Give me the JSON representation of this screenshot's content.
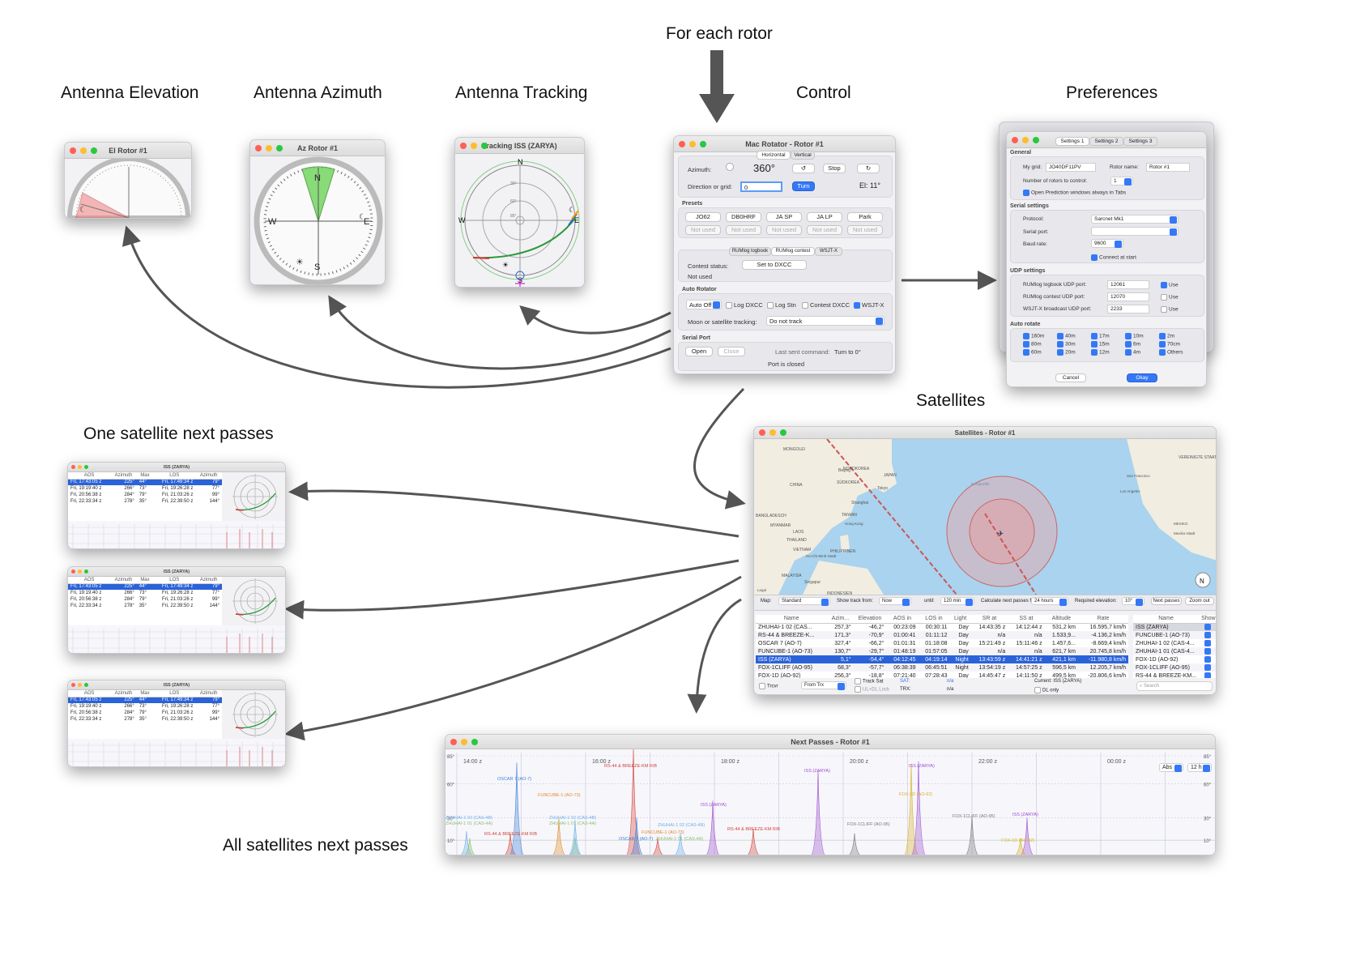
{
  "labels": {
    "for_each_rotor": "For each rotor",
    "antenna_elevation": "Antenna Elevation",
    "antenna_azimuth": "Antenna Azimuth",
    "antenna_tracking": "Antenna Tracking",
    "control": "Control",
    "preferences": "Preferences",
    "satellites": "Satellites",
    "one_sat_next_passes": "One satellite next passes",
    "all_sat_next_passes": "All satellites next passes"
  },
  "el_window": {
    "title": "El Rotor #1"
  },
  "az_window": {
    "title": "Az Rotor #1",
    "compass": {
      "n": "N",
      "e": "E",
      "s": "S",
      "w": "W"
    }
  },
  "tracking_window": {
    "title": "Tracking  ISS (ZARYA)",
    "rings": [
      "30°",
      "60°",
      "85°"
    ],
    "compass": {
      "n": "N",
      "e": "E",
      "s": "S",
      "w": "W"
    }
  },
  "control": {
    "title": "Mac Rotator - Rotor #1",
    "tabs": [
      "Horizontal",
      "Vertical"
    ],
    "azimuth_label": "Azimuth:",
    "azimuth_value": "360°",
    "stop": "Stop",
    "direction_label": "Direction or grid:",
    "direction_value": "0",
    "turn": "Turn",
    "el_readout": "El: 11°",
    "presets_header": "Presets",
    "presets": [
      "JO62",
      "DB0HRF",
      "JA SP",
      "JA LP",
      "Park"
    ],
    "presets_unused": [
      "Not used",
      "Not used",
      "Not used",
      "Not used",
      "Not used"
    ],
    "log_tabs": [
      "RUMlog logbook",
      "RUMlog contest",
      "WSJT-X"
    ],
    "contest_status_label": "Contest status:",
    "set_dxcc": "Set to DXCC",
    "not_used": "Not used",
    "auto_rotator_header": "Auto Rotator",
    "auto_off": "Auto Off",
    "checks": [
      "Log DXCC",
      "Log Stn",
      "Contest DXCC",
      "WSJT-X"
    ],
    "moon_label": "Moon or satellite tracking:",
    "moon_value": "Do not track",
    "serial_header": "Serial Port",
    "open": "Open",
    "close": "Close",
    "last_cmd_label": "Last sent command:",
    "last_cmd_value": "Turn to 0°",
    "port_status": "Port is closed"
  },
  "prefs": {
    "title": "Mac Rotator - Rotor #1",
    "tabs": [
      "Settings 1",
      "Settings 2",
      "Settings 3"
    ],
    "general": "General",
    "grid_label": "My grid:",
    "grid_value": "JO40DF11PV",
    "rotor_name_label": "Rotor name:",
    "rotor_name_value": "Rotor #1",
    "num_rotors_label": "Number of rotors to control:",
    "num_rotors_value": "1",
    "open_pred": "Open Prediction windows always in Tabs",
    "serial_settings": "Serial settings",
    "protocol_label": "Protocol:",
    "protocol_value": "Sarcnet Mk1",
    "serial_port_label": "Serial port:",
    "baud_label": "Baud rate:",
    "baud_value": "9600",
    "connect_start": "Connect at start",
    "udp_settings": "UDP settings",
    "udp1_label": "RUMlog logbook UDP port:",
    "udp1_value": "12061",
    "udp2_label": "RUMlog contest UDP port:",
    "udp2_value": "12070",
    "udp3_label": "WSJT-X broadcast UDP port:",
    "udp3_value": "2233",
    "use": "Use",
    "auto_rotate": "Auto rotate",
    "bands": [
      "160m",
      "40m",
      "17m",
      "10m",
      "2m",
      "80m",
      "30m",
      "15m",
      "6m",
      "70cm",
      "60m",
      "20m",
      "12m",
      "4m",
      "Others"
    ],
    "cancel": "Cancel",
    "okay": "Okay"
  },
  "sat_window": {
    "title": "Satellites - Rotor #1",
    "map_labels": [
      "MONGOLEI",
      "CHINA",
      "NORDKOREA",
      "SÜDKOREA",
      "JAPAN",
      "Beijing",
      "Tokyo",
      "Shanghai",
      "TAIWAN",
      "BANGLADESCH",
      "MYANMAR",
      "LAOS",
      "THAILAND",
      "VIETNAM",
      "PHILIPPINEN",
      "MALAYSIA",
      "Singapur",
      "INDONESIEN",
      "Nordpazifik",
      "Hong Kong",
      "Ho-Chi-Minh-Stadt",
      "VEREINIGTE STAATEN",
      "San Francisco",
      "Los Angeles",
      "MEXIKO",
      "Mexiko-Stadt",
      "Legal"
    ],
    "controls": {
      "map_label": "Map:",
      "map_value": "Standard",
      "track_label": "Show track from:",
      "track_value": "Now",
      "until_label": "until:",
      "until_value": "120 min",
      "calc_label": "Calculate next passes for:",
      "calc_value": "24 hours",
      "elev_label": "Required elevation:",
      "elev_value": "10°",
      "next_passes": "Next passes",
      "zoom_out": "Zoom out"
    },
    "table_headers": [
      "Name",
      "Azim...",
      "Elevation",
      "AOS in",
      "LOS in",
      "Light",
      "SR at",
      "SS at",
      "Altitude",
      "Rate"
    ],
    "rows": [
      [
        "ZHUHAI-1 02 (CAS...",
        "257,3°",
        "-46,2°",
        "00:23:09",
        "00:30:11",
        "Day",
        "14:43:35 z",
        "14:12:44 z",
        "531,2 km",
        "16.595,7 km/h"
      ],
      [
        "RS-44 & BREEZE-K...",
        "171,3°",
        "-70,9°",
        "01:00:41",
        "01:11:12",
        "Day",
        "n/a",
        "n/a",
        "1.533,9...",
        "-4.136,2 km/h"
      ],
      [
        "OSCAR 7 (AO-7)",
        "327,4°",
        "-66,2°",
        "01:01:31",
        "01:18:08",
        "Day",
        "15:21:49 z",
        "15:11:46 z",
        "1.457,6...",
        "-8.669,4 km/h"
      ],
      [
        "FUNCUBE-1 (AO-73)",
        "130,7°",
        "-29,7°",
        "01:48:19",
        "01:57:05",
        "Day",
        "n/a",
        "n/a",
        "621,7 km",
        "20.745,8 km/h"
      ],
      [
        "ISS (ZARYA)",
        "5,1°",
        "-54,4°",
        "04:12:45",
        "04:19:14",
        "Night",
        "13:43:59 z",
        "14:41:21 z",
        "421,1 km",
        "-11.980,8 km/h"
      ],
      [
        "FOX-1CLIFF (AO-95)",
        "68,3°",
        "-57,7°",
        "06:38:39",
        "06:45:51",
        "Night",
        "13:54:19 z",
        "14:57:25 z",
        "596,5 km",
        "12.205,7 km/h"
      ],
      [
        "FOX-1D (AO-92)",
        "256,3°",
        "-18,8°",
        "07:21:40",
        "07:28:43",
        "Day",
        "14:45:47 z",
        "14:11:50 z",
        "499,5 km",
        "-20.806,6 km/h"
      ]
    ],
    "side_headers": [
      "Name",
      "Show"
    ],
    "side_list": [
      "ISS (ZARYA)",
      "FUNCUBE-1 (AO-73)",
      "ZHUHAI-1 02 (CAS-4...",
      "ZHUHAI-1 01 (CAS-4...",
      "FOX-1D (AO-92)",
      "FOX-1CLIFF (AO-95)",
      "RS-44 & BREEZE-KM..."
    ],
    "search_placeholder": "Search",
    "bottom": {
      "trxvr": "Trcvr",
      "from_trx": "From Trx",
      "track_sat": "Track Sat",
      "ul_dl_lock": "UL+DL Lock",
      "sat": "SAT:",
      "trx": "TRX:",
      "na": "n/a",
      "current": "Current: ISS (ZARYA)",
      "dl_only": "DL only"
    }
  },
  "pass_windows": {
    "title": "ISS (ZARYA)",
    "headers": [
      "AOS",
      "Azimuth",
      "Max",
      "LOS",
      "Azimuth"
    ],
    "rows": [
      [
        "Fri, 17:43:05 z",
        "225°",
        "44°",
        "Fri, 17:49:34 z",
        "79°"
      ],
      [
        "Fri, 19:19:40 z",
        "266°",
        "73°",
        "Fri, 19:26:28 z",
        "77°"
      ],
      [
        "Fri, 20:56:38 z",
        "284°",
        "79°",
        "Fri, 21:03:26 z",
        "99°"
      ],
      [
        "Fri, 22:33:34 z",
        "278°",
        "35°",
        "Fri, 22:39:50 z",
        "144°"
      ]
    ]
  },
  "next_passes": {
    "title": "Next Passes - Rotor #1",
    "times": [
      "14:00 z",
      "16:00 z",
      "18:00 z",
      "20:00 z",
      "22:00 z",
      "00:00 z"
    ],
    "left_ticks": [
      "85°",
      "60°",
      "30°",
      "10°"
    ],
    "right_ticks": [
      "85°",
      "60°",
      "30°",
      "10°"
    ],
    "mode": "Abs",
    "span": "12 h",
    "sat_labels": [
      {
        "text": "OSCAR 7 (AO-7)",
        "color": "#3d7fd8"
      },
      {
        "text": "RS-44 & BREEZE-KM R/B",
        "color": "#d0443a"
      },
      {
        "text": "FUNCUBE-1 (AO-73)",
        "color": "#e08a2a"
      },
      {
        "text": "ZHUHAI-1 02 (CAS-4B)",
        "color": "#6ab0e8"
      },
      {
        "text": "ZHUHAI-1 01 (CAS-4A)",
        "color": "#8ac070"
      },
      {
        "text": "ISS (ZARYA)",
        "color": "#9b4fcf"
      },
      {
        "text": "FOX-1CLIFF (AO-95)",
        "color": "#777777"
      },
      {
        "text": "FOX-1D (AO-92)",
        "color": "#d6b22a"
      }
    ]
  }
}
